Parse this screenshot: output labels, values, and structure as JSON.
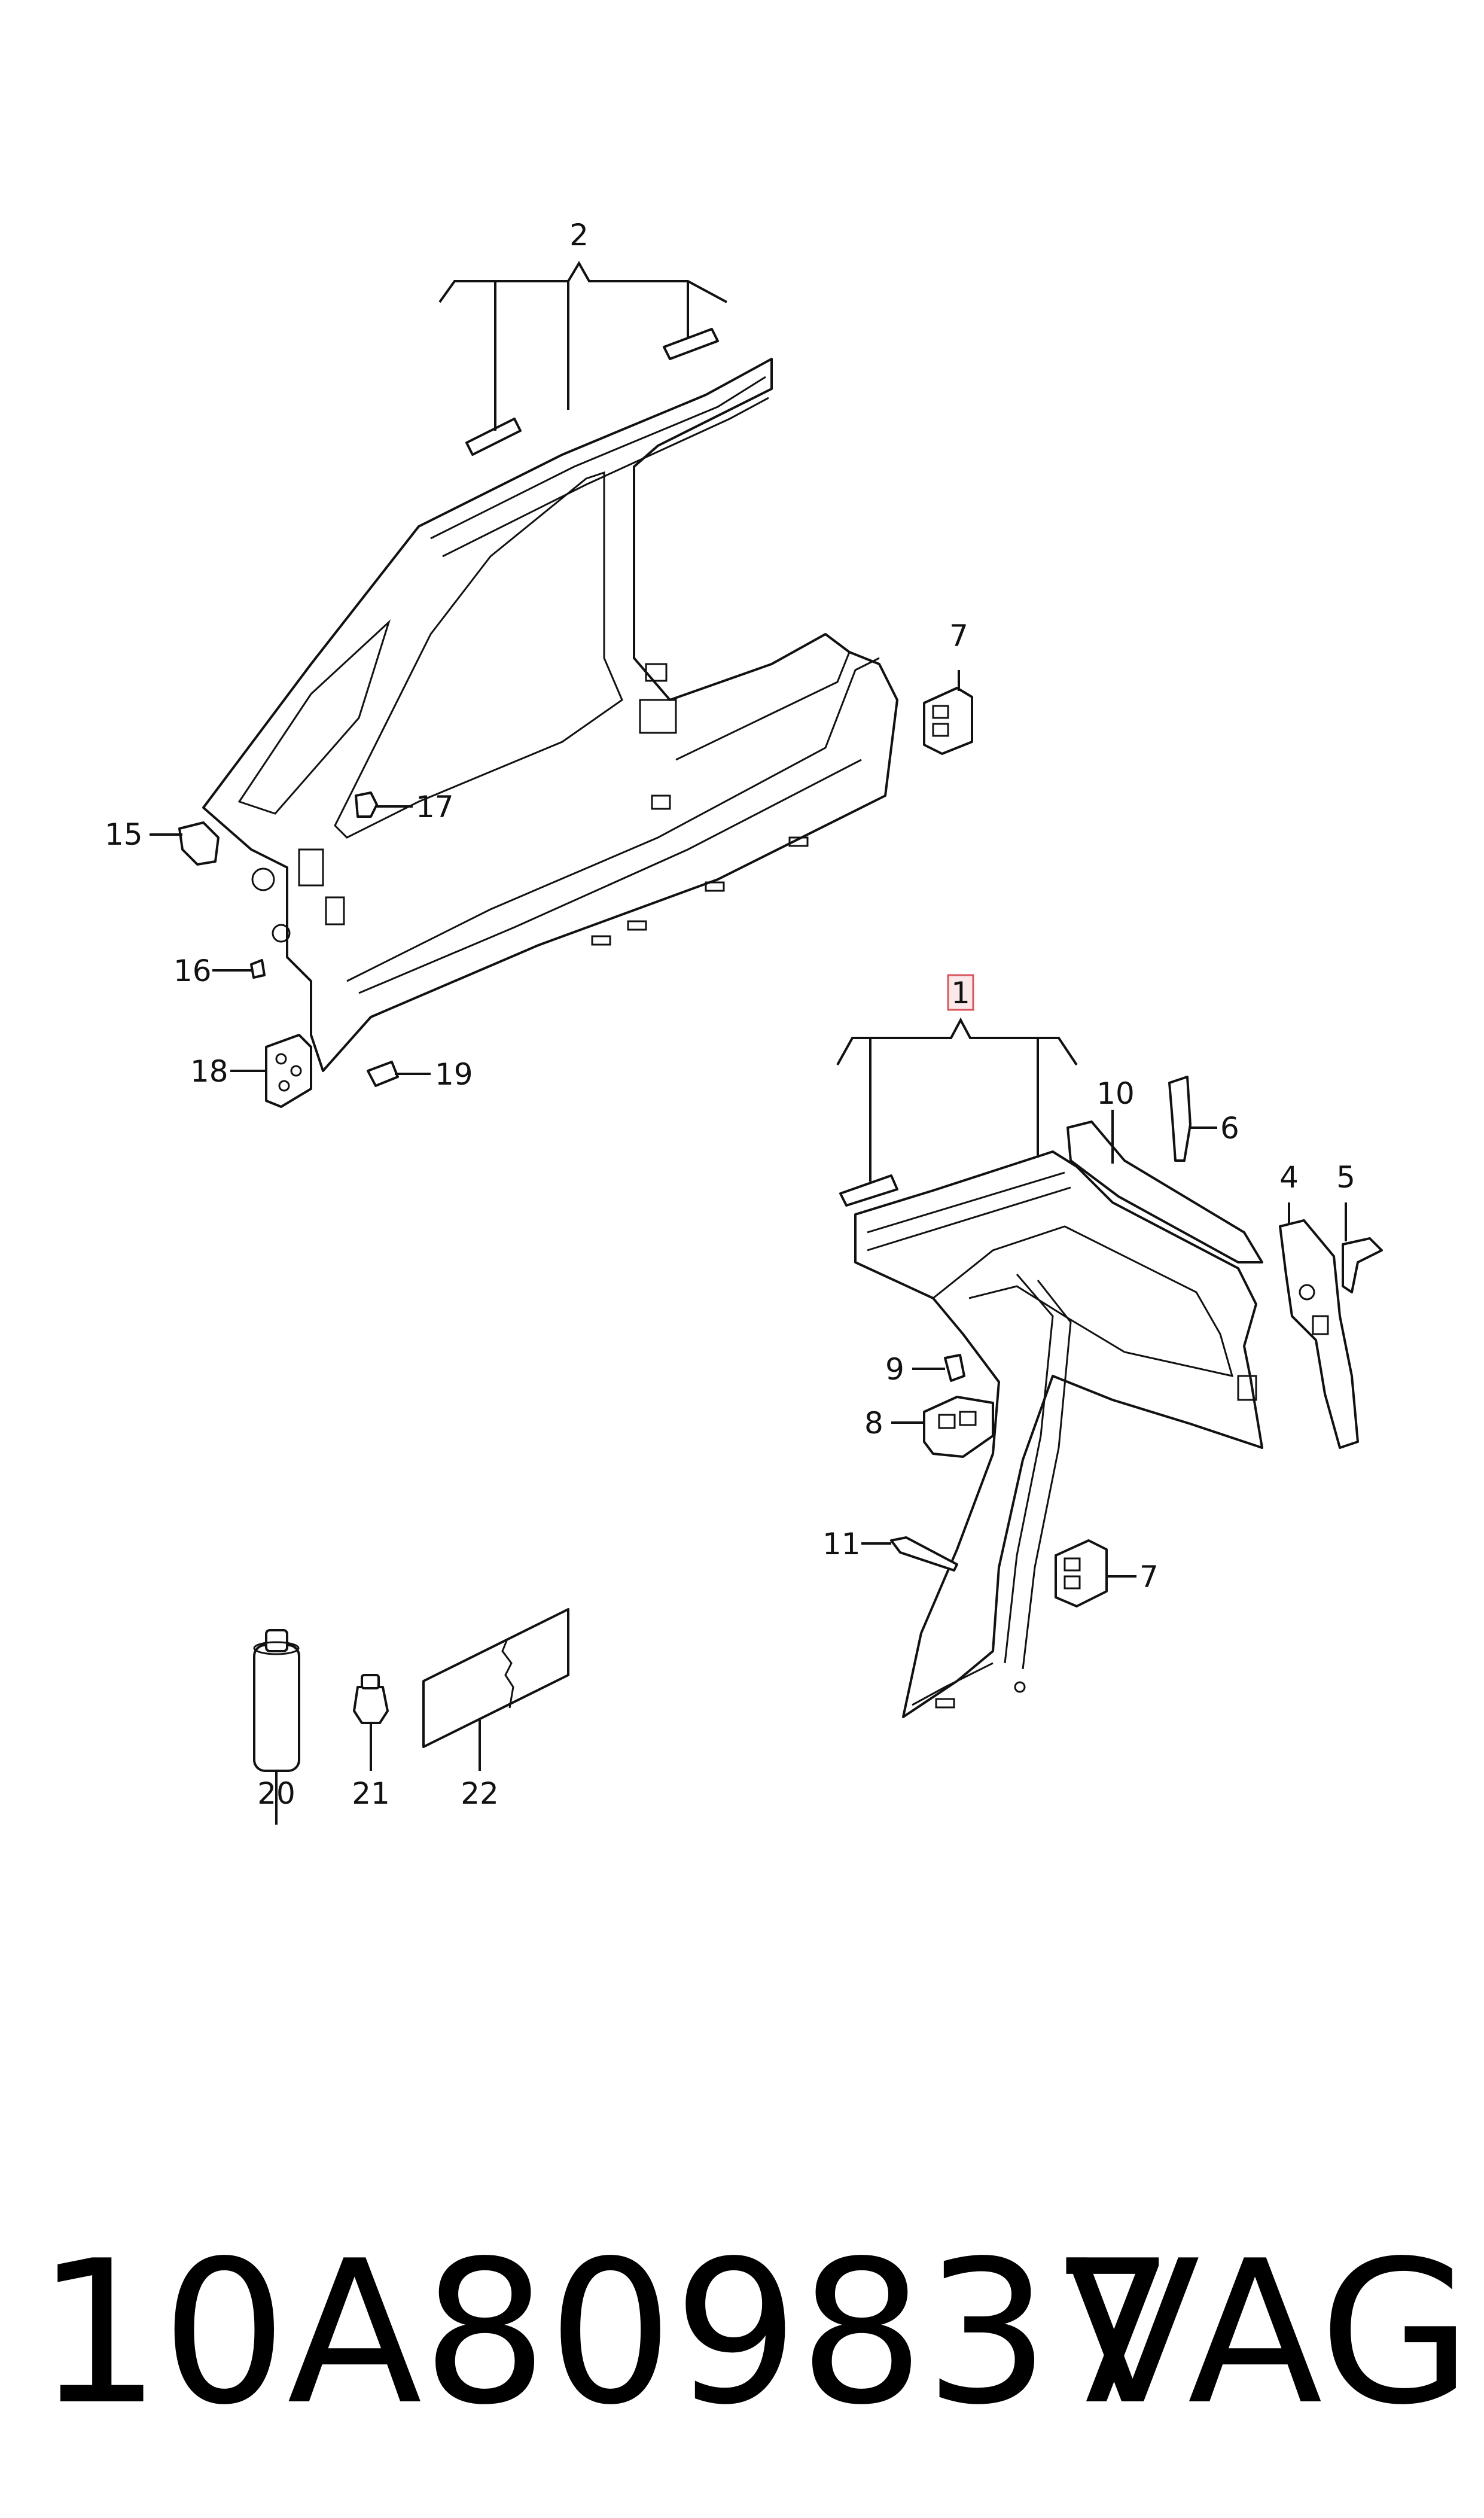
{
  "callouts": {
    "c1": "1",
    "c2": "2",
    "c4": "4",
    "c5": "5",
    "c6": "6",
    "c7a": "7",
    "c7b": "7",
    "c8": "8",
    "c9": "9",
    "c10": "10",
    "c11": "11",
    "c15": "15",
    "c16": "16",
    "c17": "17",
    "c18": "18",
    "c19": "19",
    "c20": "20",
    "c21": "21",
    "c22": "22"
  },
  "footer": {
    "part_number": "10A809837",
    "brand": "VAG"
  },
  "colors": {
    "line": "#111111",
    "highlight_fill": "#fbe9ea",
    "highlight_border": "#d9545c",
    "background": "#ffffff"
  }
}
